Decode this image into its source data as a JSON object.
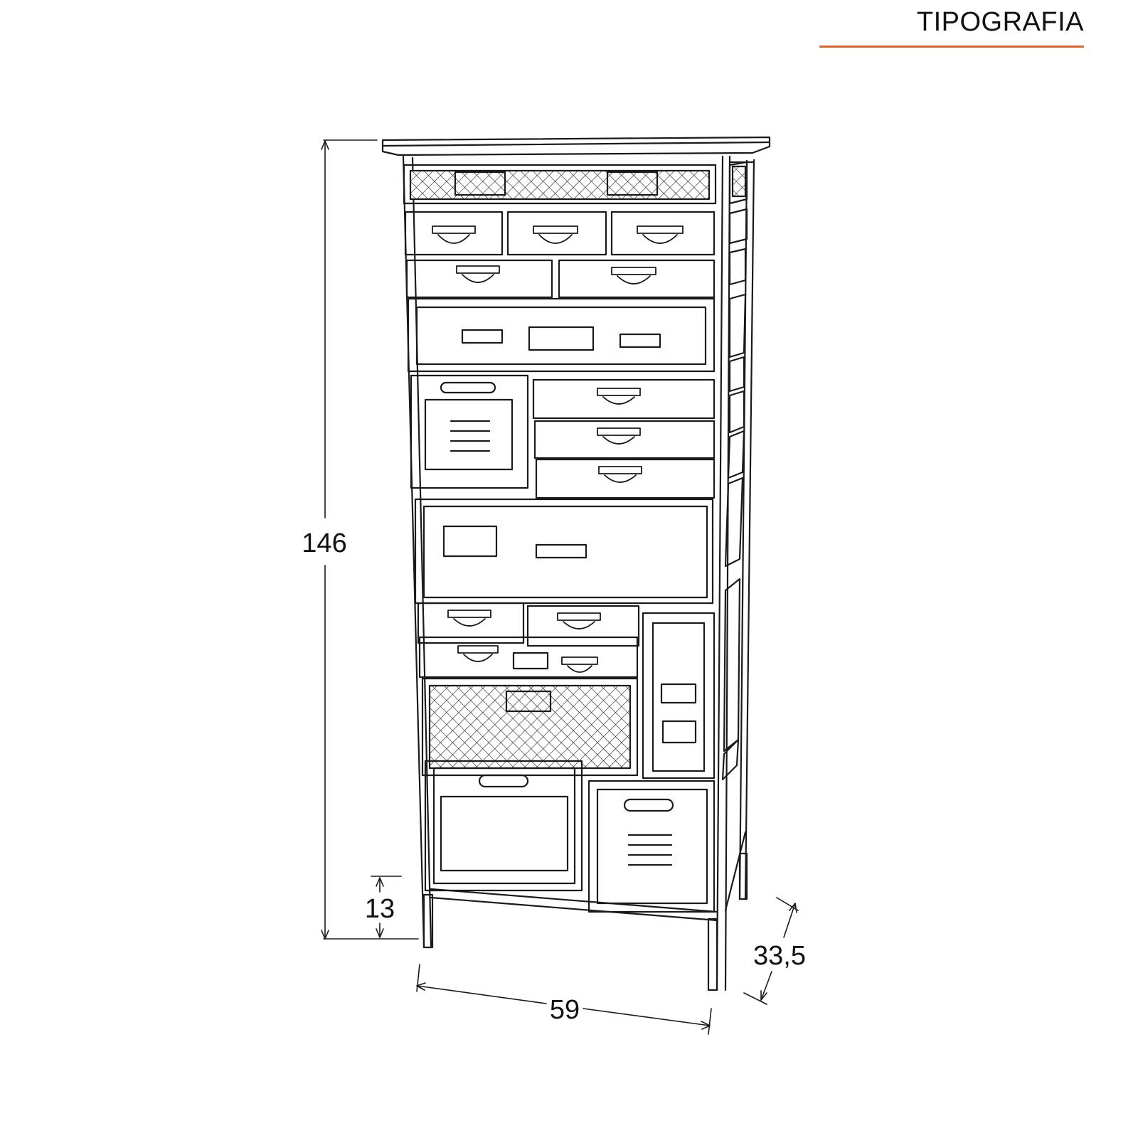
{
  "header": {
    "title": "TIPOGRAFIA",
    "accent_color": "#e8622a"
  },
  "dimensions": {
    "height": "146",
    "leg_height": "13",
    "width": "59",
    "depth": "33,5"
  },
  "colors": {
    "line": "#1a1a1a",
    "background": "#ffffff"
  }
}
